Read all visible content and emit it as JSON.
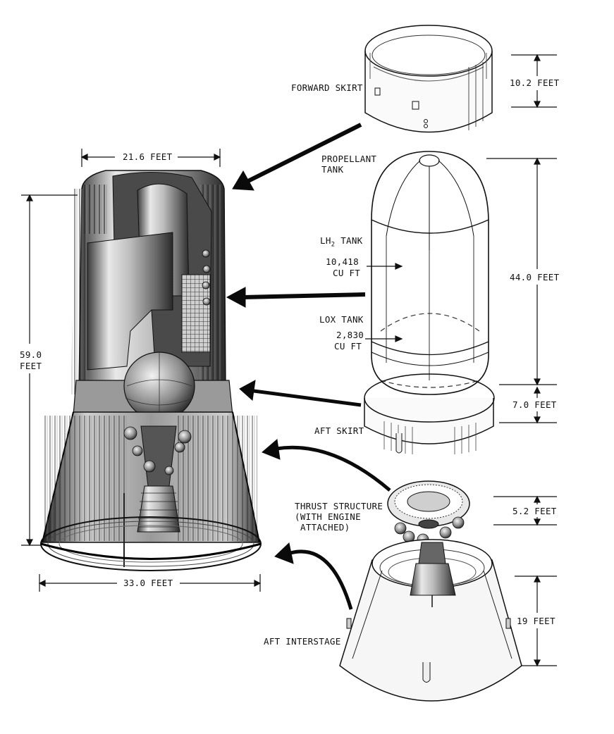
{
  "labels": {
    "forward_skirt": "FORWARD SKIRT",
    "propellant_tank_1": "PROPELLANT",
    "propellant_tank_2": "TANK",
    "lh2_tank_prefix": "LH",
    "lh2_tank_sub": "2",
    "lh2_tank_suffix": " TANK",
    "lh2_volume_1": "10,418",
    "lh2_volume_2": "CU FT",
    "lox_tank": "LOX TANK",
    "lox_volume_1": "2,830",
    "lox_volume_2": "CU FT",
    "aft_skirt": "AFT SKIRT",
    "thrust_structure_1": "THRUST STRUCTURE",
    "thrust_structure_2": "(WITH ENGINE",
    "thrust_structure_3": "ATTACHED)",
    "aft_interstage": "AFT INTERSTAGE"
  },
  "dimensions": {
    "stage_top_diameter": "21.6 FEET",
    "stage_height_1": "59.0",
    "stage_height_2": "FEET",
    "stage_base_diameter": "33.0 FEET",
    "forward_skirt_height": "10.2 FEET",
    "propellant_tank_height": "44.0 FEET",
    "aft_skirt_height": "7.0 FEET",
    "thrust_structure_height": "5.2 FEET",
    "aft_interstage_height": "19 FEET"
  },
  "colors": {
    "ink": "#111111",
    "paper": "#ffffff",
    "metal_dark": "#2a2a2a",
    "metal_mid": "#8a8a8a",
    "metal_light": "#d9d9d9"
  }
}
